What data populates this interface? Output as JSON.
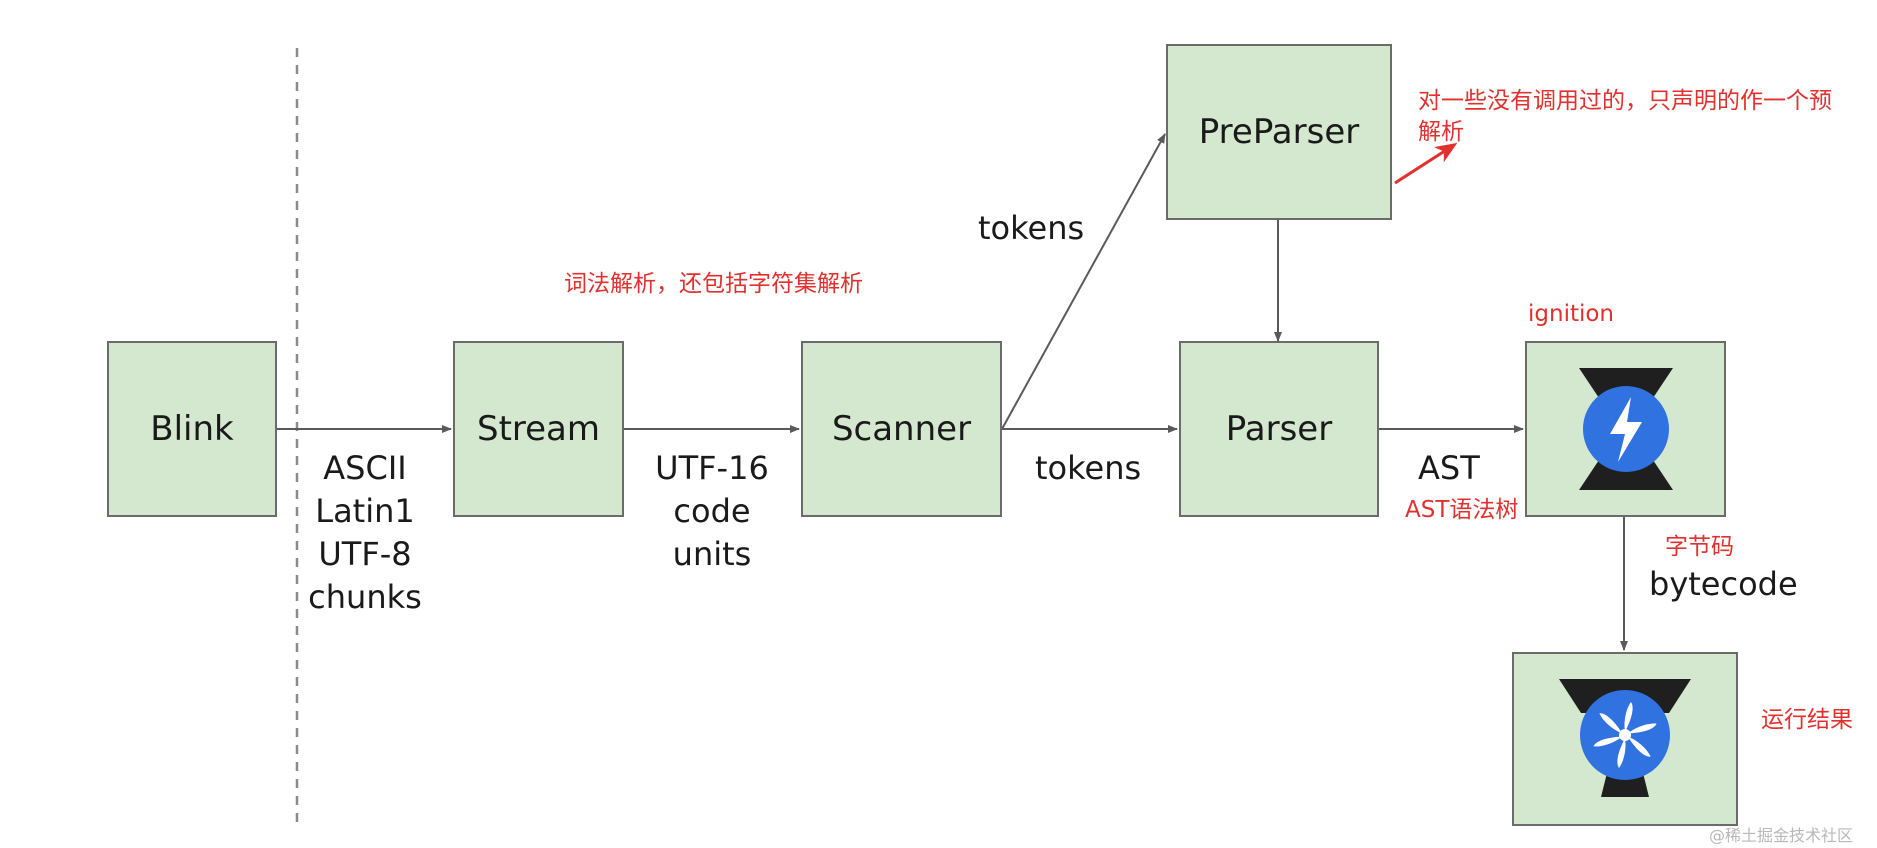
{
  "nodes": {
    "blink": "Blink",
    "stream": "Stream",
    "scanner": "Scanner",
    "preparser": "PreParser",
    "parser": "Parser"
  },
  "edges": {
    "blink_stream": [
      "ASCII",
      "Latin1",
      "UTF-8",
      "chunks"
    ],
    "stream_scanner": [
      "UTF-16",
      "code",
      "units"
    ],
    "scanner_preparser": "tokens",
    "scanner_parser": "tokens",
    "parser_ignition": "AST",
    "ignition_turbofan": "bytecode"
  },
  "annotations": {
    "preparser_note_line1": "对一些没有调用过的，只声明的作一个预",
    "preparser_note_line2": "解析",
    "scanner_note": "词法解析，还包括字符集解析",
    "ignition": "ignition",
    "ast_note": "AST语法树",
    "bytecode_note": "字节码",
    "result_note": "运行结果"
  },
  "watermark": "@稀土掘金技术社区",
  "colors": {
    "box_fill": "#d4e7cf",
    "box_border": "#6b6b6b",
    "annotation": "#e0312e",
    "ignition_blue": "#2f72e0",
    "icon_dark": "#1f1f1f"
  }
}
